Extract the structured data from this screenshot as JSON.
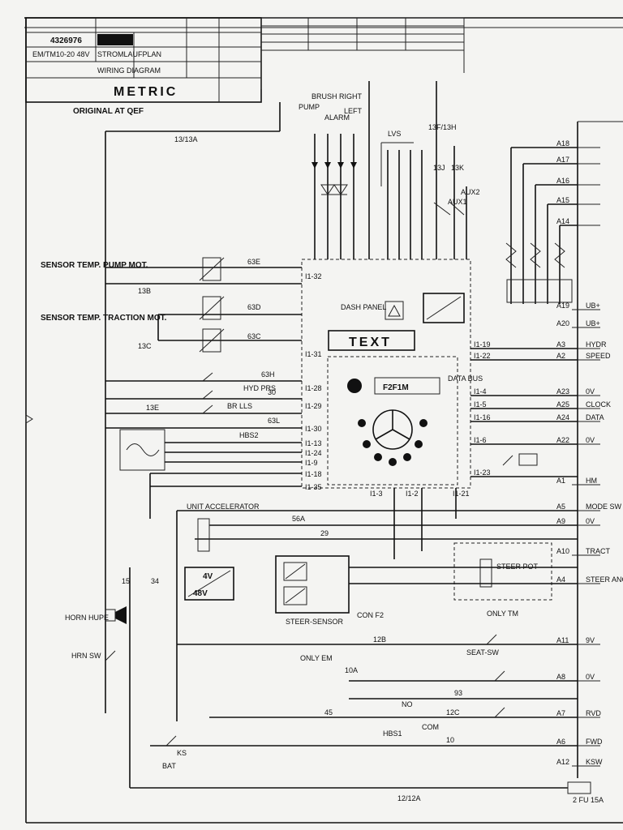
{
  "title_block": {
    "company": "METRIC",
    "title_line_1": "STROMLAUFPLAN",
    "title_line_2": "WIRING DIAGRAM",
    "model": "EM/TM10-20 48V",
    "drawing_number": "4326976",
    "note_original": "ORIGINAL AT QEF"
  },
  "dash_panel": {
    "label": "DASH PANEL",
    "text_box": "TEXT",
    "display_code": "F2F1M",
    "data_bus": "DATA BUS"
  },
  "upper_wires": [
    "13/13A",
    "PUMP",
    "BRUSH RIGHT",
    "LEFT",
    "ALARM",
    "LVS",
    "13F/13H",
    "13J",
    "13K",
    "AUX1",
    "AUX2"
  ],
  "left_labels": {
    "sensor_pump": "SENSOR TEMP. PUMP MOT.",
    "sensor_traction": "SENSOR TEMP. TRACTION MOT.",
    "hyd_prs": "HYD PRS",
    "br_lls": "BR LLS",
    "hbs2": "HBS2",
    "horn_hupe": "HORN HUPE",
    "horn_sw": "HRN SW",
    "bat": "BAT",
    "ks": "KS"
  },
  "wire_numbers": [
    "63E",
    "13B",
    "63D",
    "13C",
    "63C",
    "63H",
    "30",
    "13E",
    "63L",
    "56A",
    "29",
    "12B",
    "10A",
    "93",
    "12C",
    "45",
    "15",
    "34",
    "10"
  ],
  "connector_pins": [
    "I1-32",
    "I1-31",
    "I1-28",
    "I1-29",
    "I1-30",
    "I1-13",
    "I1-24",
    "I1-9",
    "I1-18",
    "I1-35",
    "I1-3",
    "I1-2",
    "I1-21",
    "I1-19",
    "I1-22",
    "I1-4",
    "I1-5",
    "I1-16",
    "I1-6",
    "I1-23"
  ],
  "right_terminals": [
    {
      "pin": "A18",
      "label": ""
    },
    {
      "pin": "A17",
      "label": ""
    },
    {
      "pin": "A16",
      "label": ""
    },
    {
      "pin": "A15",
      "label": ""
    },
    {
      "pin": "A14",
      "label": ""
    },
    {
      "pin": "A19",
      "label": "UB+"
    },
    {
      "pin": "A20",
      "label": "UB+"
    },
    {
      "pin": "A3",
      "label": "HYDR"
    },
    {
      "pin": "A2",
      "label": "SPEED"
    },
    {
      "pin": "A23",
      "label": "0V"
    },
    {
      "pin": "A25",
      "label": "CLOCK"
    },
    {
      "pin": "A24",
      "label": "DATA"
    },
    {
      "pin": "A22",
      "label": "0V"
    },
    {
      "pin": "A1",
      "label": "HM"
    },
    {
      "pin": "A5",
      "label": "MODE SW"
    },
    {
      "pin": "A9",
      "label": "0V"
    },
    {
      "pin": "A10",
      "label": "TRACT"
    },
    {
      "pin": "A4",
      "label": "STEER ANGLE"
    },
    {
      "pin": "A11",
      "label": "9V"
    },
    {
      "pin": "A8",
      "label": "0V"
    },
    {
      "pin": "A7",
      "label": "RVD"
    },
    {
      "pin": "A6",
      "label": "FWD"
    },
    {
      "pin": "A12",
      "label": "KSW"
    }
  ],
  "lower_section": {
    "unit_accelerator": "UNIT ACCELERATOR",
    "con_f2": "CON F2",
    "steer_sensor": "STEER-SENSOR",
    "only_em": "ONLY EM",
    "only_tm": "ONLY TM",
    "seat_sw": "SEAT-SW",
    "steer_pot": "STEER POT",
    "hbs1": "HBS1",
    "com": "COM",
    "no": "NO",
    "fuse": "2 FU 15A",
    "bottom_wire": "12/12A",
    "v48": "48V",
    "v4": "4V"
  },
  "colors": {
    "ink": "#111111",
    "paper": "#f4f4f2"
  }
}
